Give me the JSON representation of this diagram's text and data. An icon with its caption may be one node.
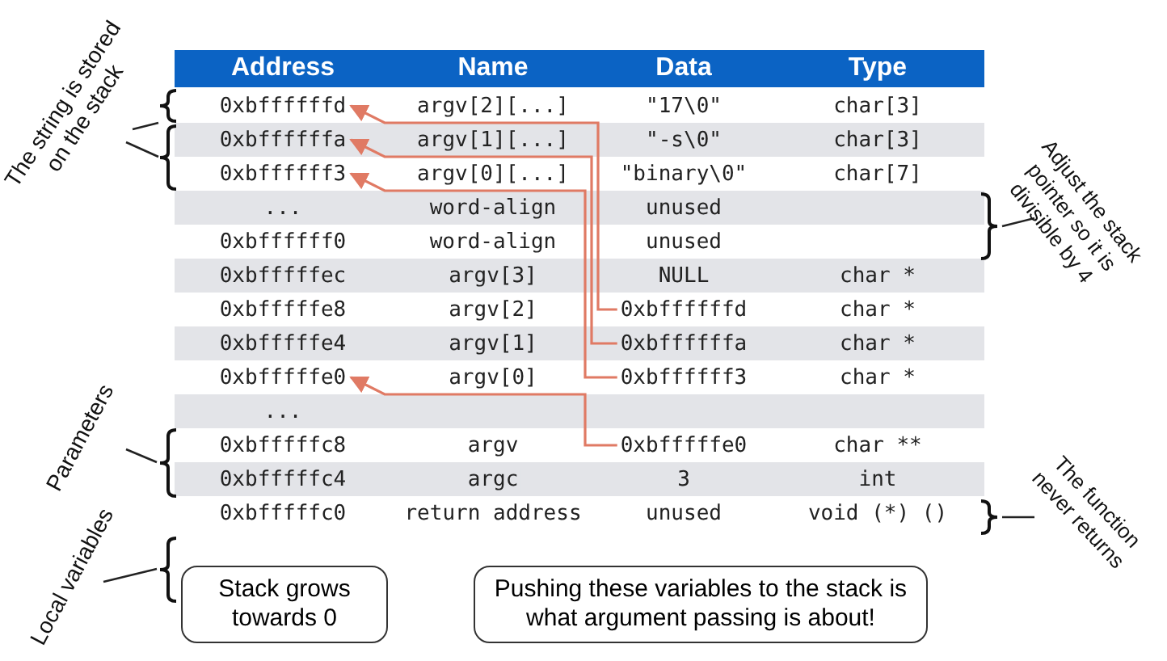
{
  "diagram": {
    "nodes": [
      {
        "text": [
          "Address"
        ]
      },
      {
        "text": [
          "Name"
        ]
      },
      {
        "text": [
          "Data"
        ]
      },
      {
        "text": [
          "Type"
        ]
      },
      {
        "text": [
          "0xbffffffd"
        ]
      },
      {
        "text": [
          "argv[2][...]"
        ]
      },
      {
        "text": [
          "\"17\\0\""
        ]
      },
      {
        "text": [
          "char[3]"
        ]
      },
      {
        "text": [
          "0xbffffffa"
        ]
      },
      {
        "text": [
          "argv[1][...]"
        ]
      },
      {
        "text": [
          "\"-s\\0\""
        ]
      },
      {
        "text": [
          "char[3]"
        ]
      },
      {
        "text": [
          "0xbffffff3"
        ]
      },
      {
        "text": [
          "argv[0][...]"
        ]
      },
      {
        "text": [
          "\"binary\\0\""
        ]
      },
      {
        "text": [
          "char[7]"
        ]
      },
      {
        "text": [
          "..."
        ]
      },
      {
        "text": [
          "word-align"
        ]
      },
      {
        "text": [
          "unused"
        ]
      },
      {
        "text": [
          "0xbffffff0"
        ]
      },
      {
        "text": [
          "word-align"
        ]
      },
      {
        "text": [
          "unused"
        ]
      },
      {
        "text": [
          "0xbfffffec"
        ]
      },
      {
        "text": [
          "argv[3]"
        ]
      },
      {
        "text": [
          "NULL"
        ]
      },
      {
        "text": [
          "char *"
        ]
      },
      {
        "text": [
          "0xbfffffe8"
        ]
      },
      {
        "text": [
          "argv[2]"
        ]
      },
      {
        "text": [
          "0xbffffffd"
        ]
      },
      {
        "text": [
          "char *"
        ]
      },
      {
        "text": [
          "0xbfffffe4"
        ]
      },
      {
        "text": [
          "argv[1]"
        ]
      },
      {
        "text": [
          "0xbffffffa"
        ]
      },
      {
        "text": [
          "char *"
        ]
      },
      {
        "text": [
          "0xbfffffe0"
        ]
      },
      {
        "text": [
          "argv[0]"
        ]
      },
      {
        "text": [
          "0xbffffff3"
        ]
      },
      {
        "text": [
          "char *"
        ]
      },
      {
        "text": [
          "..."
        ]
      },
      {
        "text": [
          "0xbfffffc8"
        ]
      },
      {
        "text": [
          "argv"
        ]
      },
      {
        "text": [
          "0xbfffffe0"
        ]
      },
      {
        "text": [
          "char **"
        ]
      },
      {
        "text": [
          "0xbfffffc4"
        ]
      },
      {
        "text": [
          "argc"
        ]
      },
      {
        "text": [
          "3"
        ]
      },
      {
        "text": [
          "int"
        ]
      },
      {
        "text": [
          "0xbfffffc0"
        ]
      },
      {
        "text": [
          "return address"
        ]
      },
      {
        "text": [
          "unused"
        ]
      },
      {
        "text": [
          "void (*) ()"
        ]
      },
      {
        "text": [
          "The string is stored on the stack"
        ]
      },
      {
        "text": [
          "Adjust the stack pointer so it is divisible by 4"
        ]
      },
      {
        "text": [
          "Parameters"
        ]
      },
      {
        "text": [
          "Local variables"
        ]
      },
      {
        "text": [
          "The function never returns"
        ]
      },
      {
        "text": [
          "Stack grows towards 0"
        ]
      },
      {
        "text": [
          "Pushing these variables to the stack is what argument passing is about!"
        ]
      }
    ],
    "edges": [
      {
        "from": 28,
        "to": 4,
        "arrow": "to",
        "color": "#e07a64"
      },
      {
        "from": 32,
        "to": 8,
        "arrow": "to",
        "color": "#e07a64"
      },
      {
        "from": 36,
        "to": 12,
        "arrow": "to",
        "color": "#e07a64"
      },
      {
        "from": 41,
        "to": 34,
        "arrow": "to",
        "color": "#e07a64"
      },
      {
        "from": 51,
        "to": null,
        "arrow": "none"
      },
      {
        "from": 51,
        "to": null,
        "arrow": "none"
      },
      {
        "from": 52,
        "to": null,
        "arrow": "none"
      },
      {
        "from": 53,
        "to": null,
        "arrow": "none"
      },
      {
        "from": 54,
        "to": null,
        "arrow": "none"
      },
      {
        "from": 55,
        "to": null,
        "arrow": "none"
      }
    ]
  }
}
